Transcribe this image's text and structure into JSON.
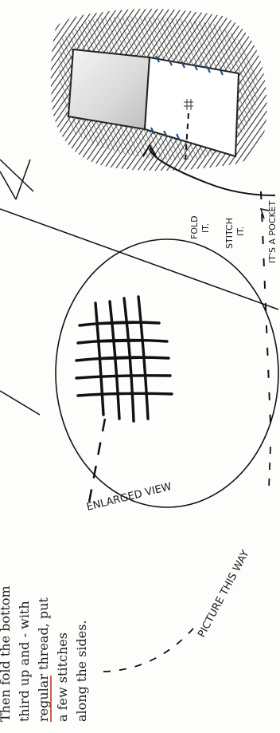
{
  "instructions": {
    "line1": "Then fold the bottom",
    "line2": "third up and - with",
    "line3_underlined": "regular",
    "line3_rest": " thread, put",
    "line4": "a few stitches",
    "line5": "along the sides."
  },
  "labels": {
    "enlarged_view": "ENLARGED VIEW",
    "picture_this_way": "PICTURE THIS WAY",
    "fold_it_1": "FOLD",
    "fold_it_2": "IT.",
    "stitch_it_1": "STITCH",
    "stitch_it_2": "IT.",
    "its_a_pocket": "IT'S A POCKET"
  },
  "colors": {
    "ink": "#1a1a1a",
    "paper": "#fdfdfb",
    "accent_underline": "#c0392b"
  }
}
